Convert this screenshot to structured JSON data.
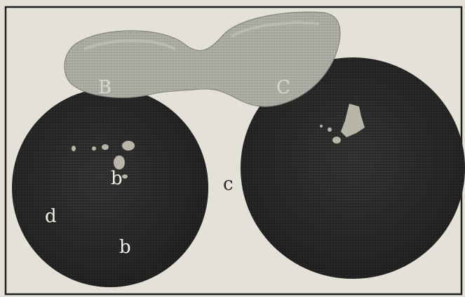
{
  "labels": {
    "B": "B",
    "C": "C",
    "b_upper": "b",
    "b_lower": "b",
    "c_middle": "c",
    "d": "d"
  },
  "colors": {
    "paper": "#e4e1d8",
    "frame": "#1f1f1f",
    "sphere": "#2e2e2e",
    "sphere_edge": "#3a3a3a",
    "bud": "#a9aaa1",
    "bud_highlight": "#c3c4ba",
    "speck": "#b8b6a6"
  }
}
